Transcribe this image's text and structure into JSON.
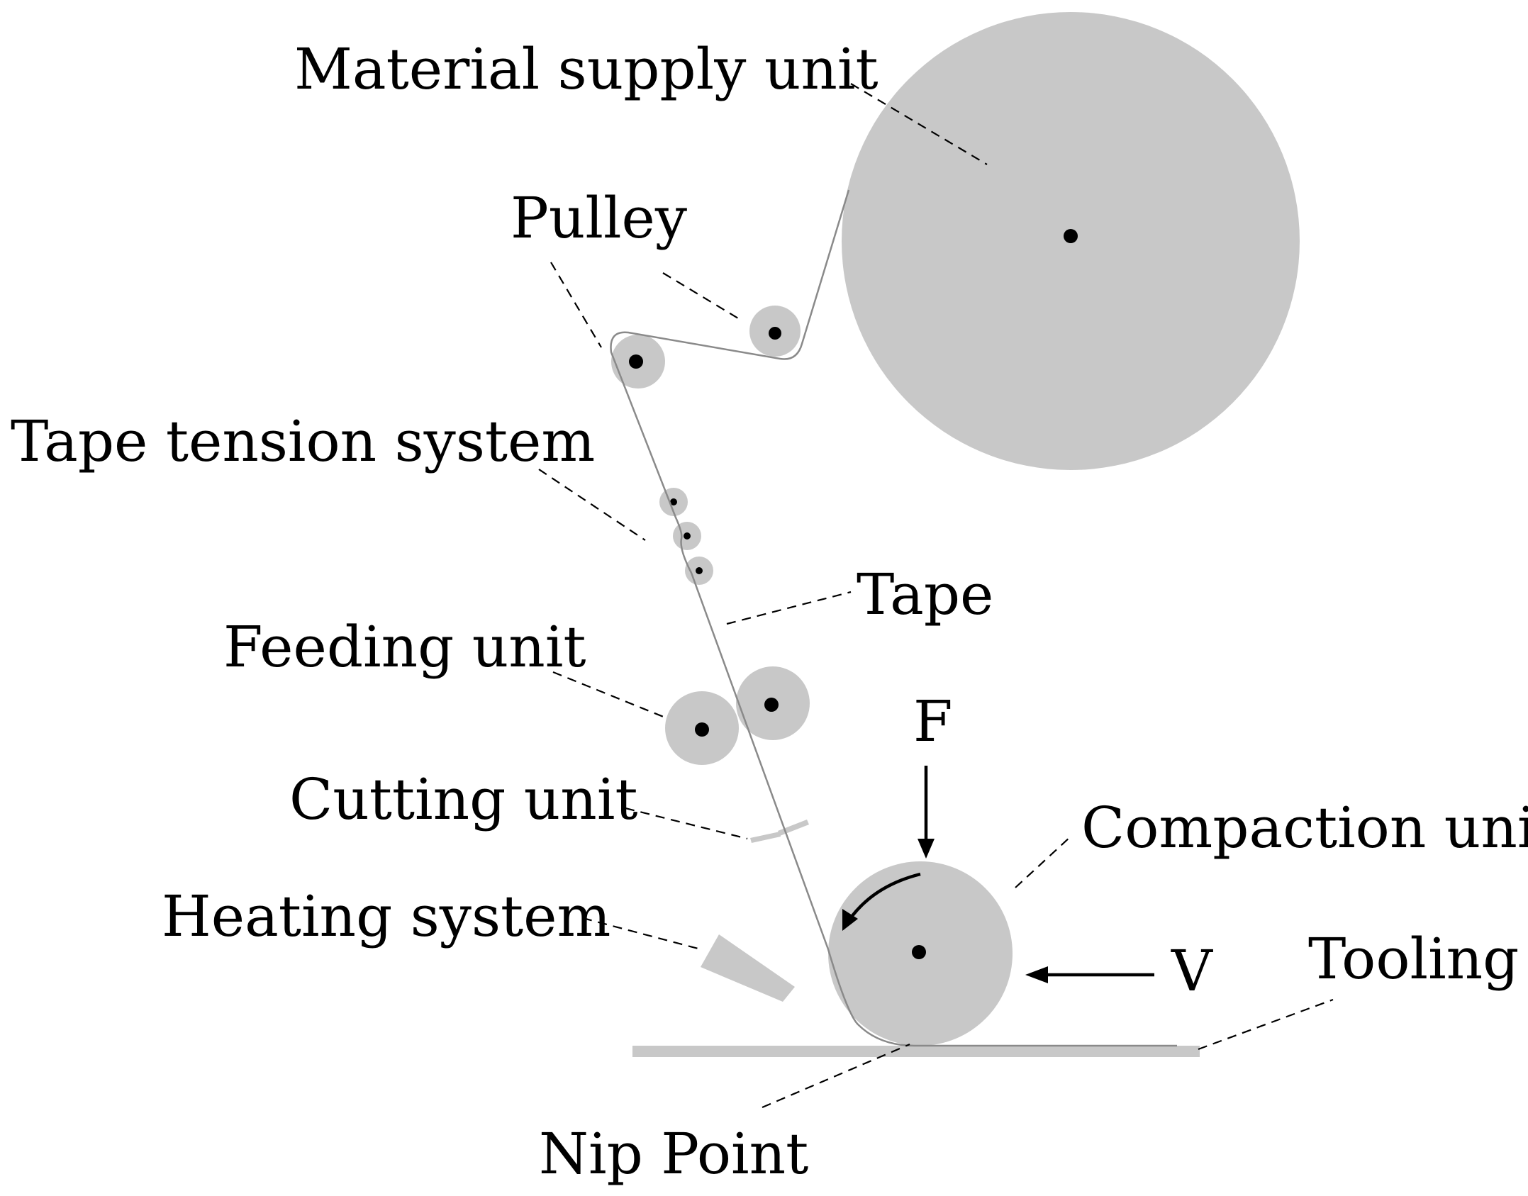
{
  "labels": {
    "material_supply_unit": "Material supply unit",
    "pulley": "Pulley",
    "tape_tension_system": "Tape tension system",
    "tape": "Tape",
    "feeding_unit": "Feeding unit",
    "cutting_unit": "Cutting unit",
    "heating_system": "Heating system",
    "compaction_unit": "Compaction unit",
    "tooling": "Tooling",
    "nip_point": "Nip Point",
    "force": "F",
    "velocity": "V"
  },
  "colors": {
    "component_fill": "#c8c8c8",
    "tape_stroke": "#8a8a8a",
    "ink": "#000000",
    "background": "#ffffff"
  }
}
